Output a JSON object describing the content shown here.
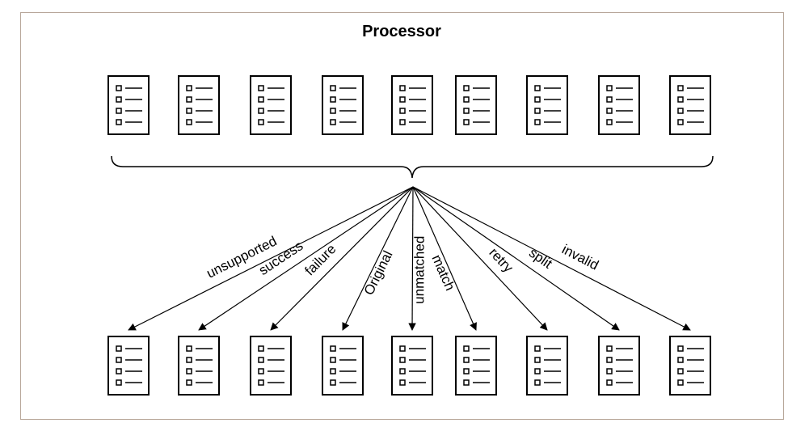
{
  "diagram": {
    "title": "Processor",
    "top_documents_count": 9,
    "relationships": [
      "unsupported",
      "success",
      "failure",
      "Original",
      "unmatched",
      "match",
      "retry",
      "split",
      "invalid"
    ],
    "icons": {
      "document": "document-list-icon",
      "connector": "curly-brace-icon",
      "arrow": "arrow-icon"
    },
    "colors": {
      "frame_border": "#b8a79a",
      "ink": "#000000"
    }
  }
}
